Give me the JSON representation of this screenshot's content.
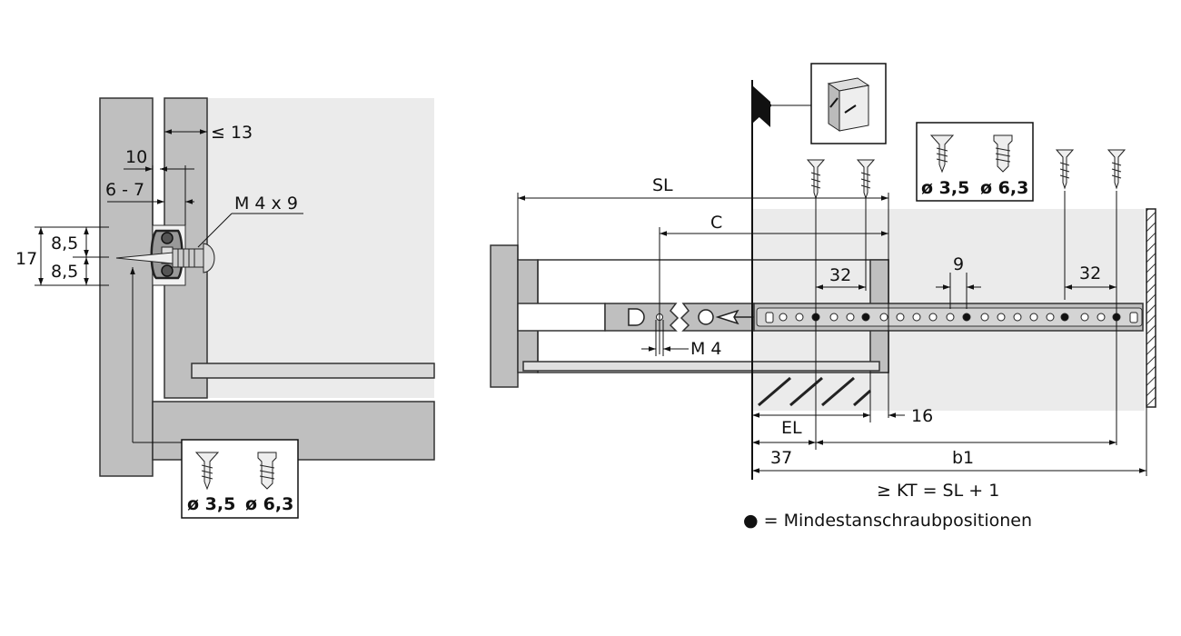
{
  "left": {
    "dim_le13": "≤ 13",
    "dim_10": "10",
    "dim_6_7": "6 - 7",
    "dim_m4x9": "M 4 x 9",
    "dim_17": "17",
    "dim_85_top": "8,5",
    "dim_85_bottom": "8,5",
    "screw_small": "ø 3,5",
    "screw_large": "ø 6,3"
  },
  "right": {
    "dim_sl": "SL",
    "dim_c": "C",
    "dim_32_left": "32",
    "dim_9": "9",
    "dim_32_right": "32",
    "dim_m4": "M 4",
    "dim_el": "EL",
    "dim_16": "16",
    "dim_37": "37",
    "dim_b1": "b1",
    "formula": "≥  KT = SL + 1",
    "legend": "●  = Mindestanschraubpositionen",
    "screw_small": "ø 3,5",
    "screw_large": "ø 6,3"
  },
  "colors": {
    "panel_gray": "#bfbfbf",
    "background_gray": "#ebebeb",
    "line": "#111111"
  }
}
